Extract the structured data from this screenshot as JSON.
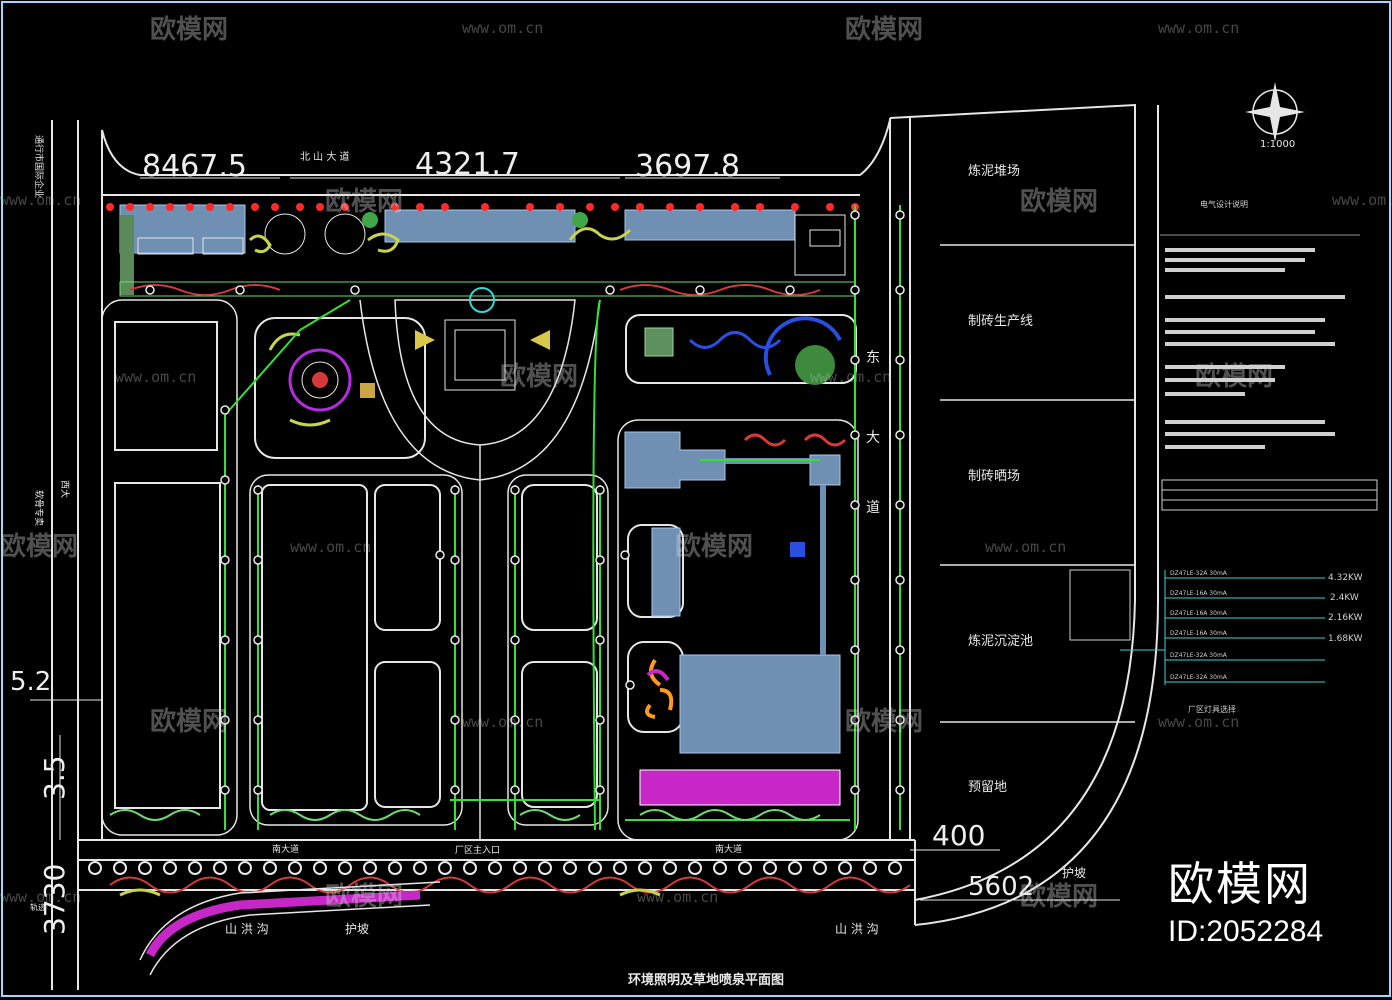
{
  "drawing": {
    "title": "环境照明及草地喷泉平面图",
    "scale": "1:1000",
    "gate_label": "厂区主入口",
    "zones": [
      "炼泥堆场",
      "制砖生产线",
      "制砖晒场",
      "炼泥沉淀池",
      "预留地"
    ],
    "road_labels": {
      "north": "北 山 大 道",
      "east": [
        "东",
        "大",
        "道"
      ],
      "south_1": "南大道",
      "south_2": "南大道",
      "west_1": "西大",
      "west_2": "软骨专卖",
      "ditch_left": "山 洪 沟",
      "ditch_right": "山 洪 沟",
      "slope_1": "护坡",
      "slope_2": "护坡",
      "left_note": "通行市国际企业",
      "bottom_left": "轨迹"
    },
    "dimensions": {
      "top_left": "8467.5",
      "top_mid": "4321.7",
      "top_right": "3697.8",
      "right_400": "400",
      "bottom_right": "5602",
      "left_35": "3.5",
      "left_352": "5.2",
      "left_3730": "3730"
    },
    "legend": {
      "title": "电气设计说明",
      "circuits": [
        {
          "label": "DZ47LE-32A 30mA",
          "value": "4.32KW"
        },
        {
          "label": "DZ47LE-16A 30mA",
          "value": "2.4KW"
        },
        {
          "label": "DZ47LE-16A 30mA",
          "value": "2.16KW"
        },
        {
          "label": "DZ47LE-16A 30mA",
          "value": "1.68KW"
        },
        {
          "label": "DZ47LE-32A 30mA",
          "value": ""
        },
        {
          "label": "DZ47LE-32A 30mA",
          "value": ""
        }
      ],
      "legend_footer": "厂区灯具选择"
    }
  },
  "watermark": {
    "brand": "欧模网",
    "url": "www.om.cn",
    "id": "ID:2052284"
  }
}
